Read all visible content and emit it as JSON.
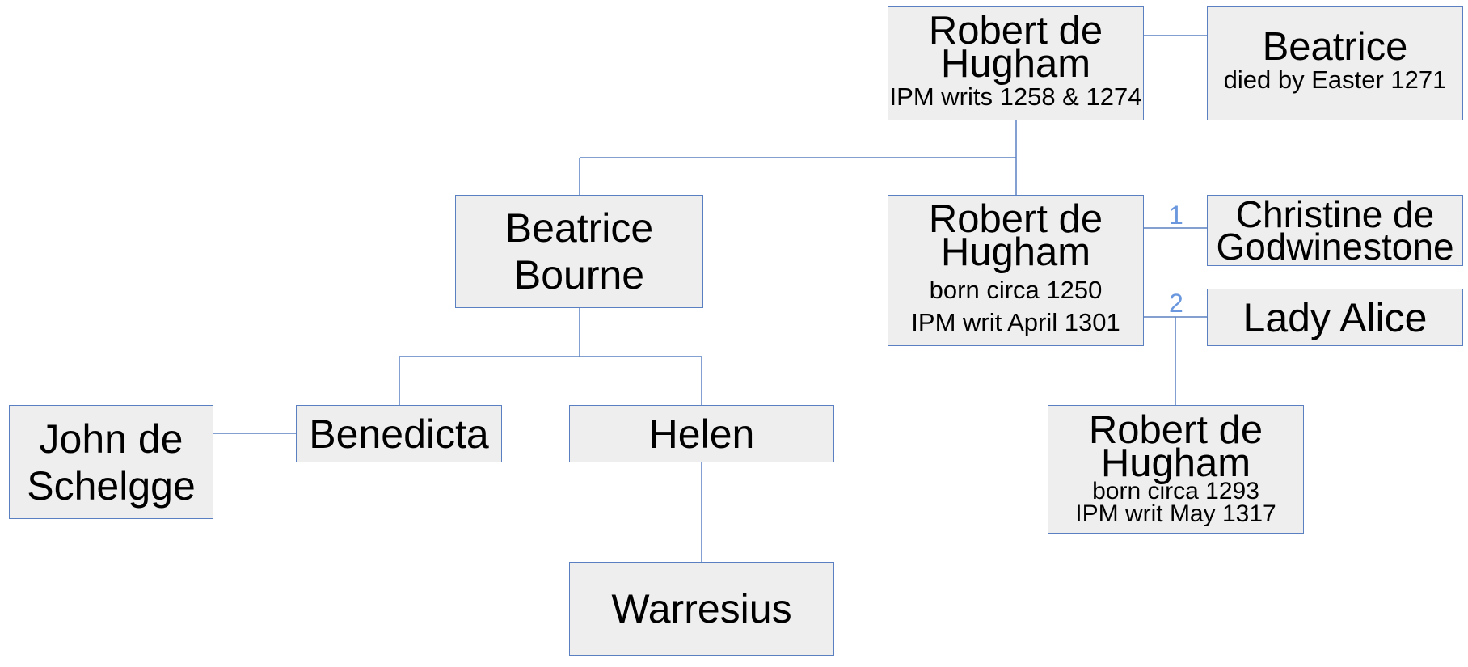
{
  "title": "",
  "colors": {
    "box_fill": "#eeeeee",
    "box_border": "#5b80c2",
    "connector": "#5b80c2",
    "marriage_marker": "#6a97dd"
  },
  "people": {
    "robert_i": {
      "name": "Robert de Hugham",
      "detail_1": "IPM writs 1258 & 1274"
    },
    "beatrice": {
      "name": "Beatrice",
      "detail_1": "died by Easter 1271"
    },
    "beatrice_bourne": {
      "name": "Beatrice Bourne"
    },
    "robert_ii": {
      "name": "Robert de Hugham",
      "detail_1": "born circa 1250",
      "detail_2": "IPM writ April 1301"
    },
    "christine": {
      "name": "Christine de Godwinestone"
    },
    "lady_alice": {
      "name": "Lady Alice"
    },
    "john": {
      "name": "John de Schelgge"
    },
    "benedicta": {
      "name": "Benedicta"
    },
    "helen": {
      "name": "Helen"
    },
    "robert_iii": {
      "name": "Robert de Hugham",
      "detail_1": "born circa 1293",
      "detail_2": "IPM writ May 1317"
    },
    "warresius": {
      "name": "Warresius"
    }
  },
  "marriage_markers": {
    "first": "1",
    "second": "2"
  }
}
